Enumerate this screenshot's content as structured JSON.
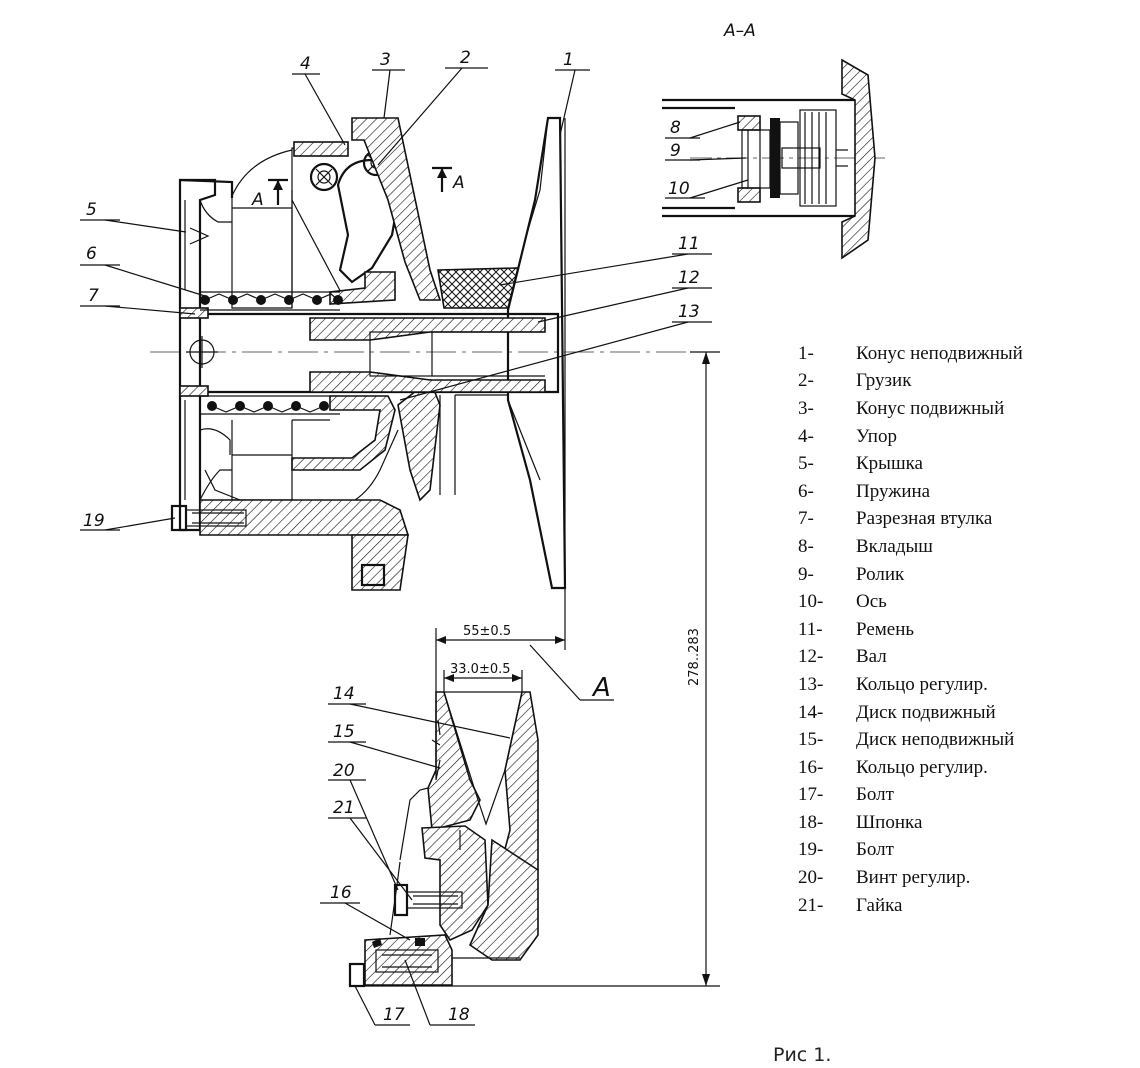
{
  "section_title": "A–A",
  "section_marks": [
    "A",
    "A",
    "A"
  ],
  "dimensions": {
    "width_outer": "55±0.5",
    "width_inner": "33.0±0.5",
    "height": "278..283"
  },
  "callouts": [
    "1",
    "2",
    "3",
    "4",
    "5",
    "6",
    "7",
    "8",
    "9",
    "10",
    "11",
    "12",
    "13",
    "14",
    "15",
    "16",
    "17",
    "18",
    "19",
    "20",
    "21"
  ],
  "legend": [
    {
      "num": "1-",
      "text": "Конус неподвижный"
    },
    {
      "num": "2-",
      "text": "Грузик"
    },
    {
      "num": "3-",
      "text": "Конус подвижный"
    },
    {
      "num": "4-",
      "text": "Упор"
    },
    {
      "num": "5-",
      "text": "Крышка"
    },
    {
      "num": "6-",
      "text": "Пружина"
    },
    {
      "num": "7-",
      "text": "Разрезная втулка"
    },
    {
      "num": "8-",
      "text": "Вкладыш"
    },
    {
      "num": "9-",
      "text": "Ролик"
    },
    {
      "num": "10-",
      "text": "Ось"
    },
    {
      "num": "11-",
      "text": "Ремень"
    },
    {
      "num": "12-",
      "text": "Вал"
    },
    {
      "num": "13-",
      "text": "Кольцо регулир."
    },
    {
      "num": "14-",
      "text": "Диск подвижный"
    },
    {
      "num": "15-",
      "text": "Диск неподвижный"
    },
    {
      "num": "16-",
      "text": "Кольцо регулир."
    },
    {
      "num": "17-",
      "text": "Болт"
    },
    {
      "num": "18-",
      "text": "Шпонка"
    },
    {
      "num": "19-",
      "text": "Болт"
    },
    {
      "num": "20-",
      "text": "Винт регулир."
    },
    {
      "num": "21-",
      "text": "Гайка"
    }
  ],
  "caption": "Рис 1."
}
